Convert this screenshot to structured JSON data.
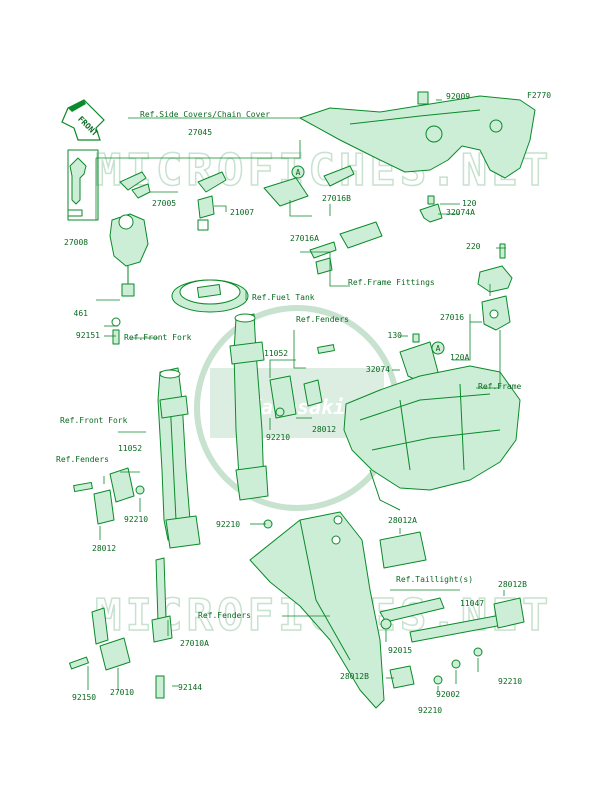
{
  "figure_code": "F2770",
  "front_label": "FRONT",
  "watermark_text": "MICROFICHES.NET",
  "watermark_logo_text": "Kawasaki",
  "colors": {
    "line": "#0a8a2a",
    "fill": "#cdeed6",
    "text": "#0a6a20",
    "watermark": "#b9dcc2"
  },
  "callouts": [
    "Ref.Side Covers/Chain Cover",
    "27045",
    "27005",
    "21007",
    "27016B",
    "27016A",
    "27008",
    "461",
    "92151",
    "Ref.Fuel Tank",
    "Ref.Front Fork",
    "92009",
    "120",
    "32074A",
    "220",
    "Ref.Frame Fittings",
    "27016",
    "130",
    "32074",
    "120A",
    "Ref.Fenders",
    "11052",
    "28012",
    "92210",
    "Ref.Frame",
    "Ref.Front Fork",
    "Ref.Fenders",
    "11052",
    "92210",
    "28012",
    "92210",
    "28012A",
    "Ref.Taillight(s)",
    "28012B",
    "11047",
    "Ref.Fenders",
    "92015",
    "27010A",
    "92210",
    "92144",
    "92150",
    "27010",
    "28012B",
    "92002",
    "92210"
  ]
}
